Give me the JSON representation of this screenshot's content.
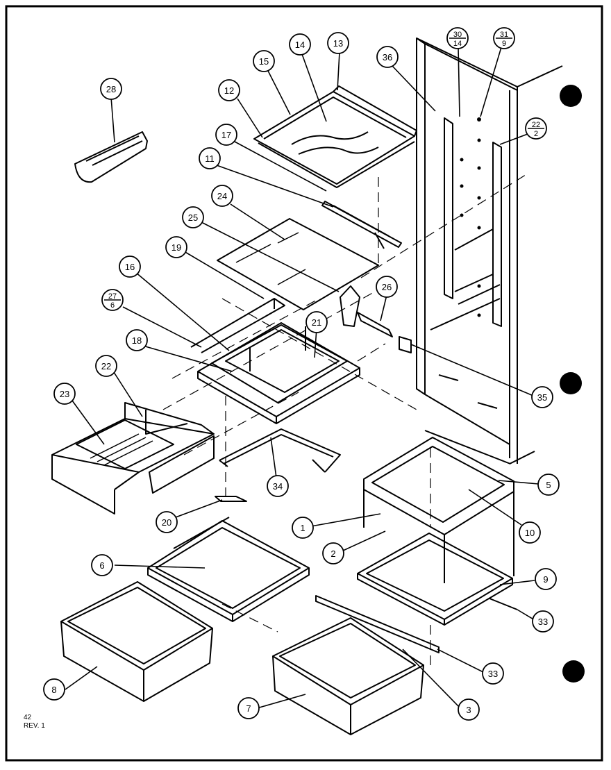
{
  "diagram": {
    "callouts": [
      {
        "id": "c28",
        "label": "28"
      },
      {
        "id": "c15",
        "label": "15"
      },
      {
        "id": "c14",
        "label": "14"
      },
      {
        "id": "c13",
        "label": "13"
      },
      {
        "id": "c12",
        "label": "12"
      },
      {
        "id": "c17",
        "label": "17"
      },
      {
        "id": "c11",
        "label": "11"
      },
      {
        "id": "c24",
        "label": "24"
      },
      {
        "id": "c25",
        "label": "25"
      },
      {
        "id": "c19",
        "label": "19"
      },
      {
        "id": "c16",
        "label": "16"
      },
      {
        "id": "c18",
        "label": "18"
      },
      {
        "id": "c22",
        "label": "22"
      },
      {
        "id": "c23",
        "label": "23"
      },
      {
        "id": "c21",
        "label": "21"
      },
      {
        "id": "c26",
        "label": "26"
      },
      {
        "id": "c35",
        "label": "35"
      },
      {
        "id": "c36",
        "label": "36"
      },
      {
        "id": "c34",
        "label": "34"
      },
      {
        "id": "c20",
        "label": "20"
      },
      {
        "id": "c5",
        "label": "5"
      },
      {
        "id": "c10",
        "label": "10"
      },
      {
        "id": "c1",
        "label": "1"
      },
      {
        "id": "c2",
        "label": "2"
      },
      {
        "id": "c6",
        "label": "6"
      },
      {
        "id": "c9",
        "label": "9"
      },
      {
        "id": "c33a",
        "label": "33"
      },
      {
        "id": "c33b",
        "label": "33"
      },
      {
        "id": "c8",
        "label": "8"
      },
      {
        "id": "c7",
        "label": "7"
      },
      {
        "id": "c3",
        "label": "3"
      }
    ],
    "fraction_callouts": [
      {
        "id": "f27",
        "top": "27",
        "bottom": "6"
      },
      {
        "id": "f30",
        "top": "30",
        "bottom": "14"
      },
      {
        "id": "f31",
        "top": "31",
        "bottom": "9"
      },
      {
        "id": "f22",
        "top": "22",
        "bottom": "2"
      }
    ],
    "corner_note": {
      "line1": "42",
      "line2": "REV. 1"
    }
  }
}
